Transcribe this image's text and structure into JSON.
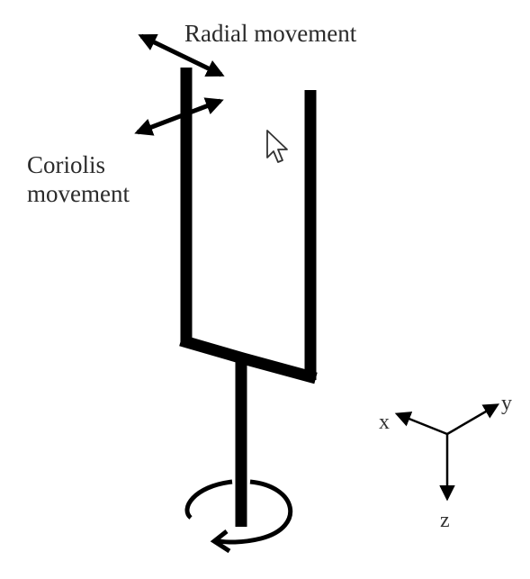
{
  "labels": {
    "radial": "Radial movement",
    "coriolis_line1": "Coriolis",
    "coriolis_line2": "movement"
  },
  "axes": {
    "x": "x",
    "y": "y",
    "z": "z"
  },
  "colors": {
    "ink": "#000000",
    "text": "#2a2a2a",
    "background": "#ffffff"
  },
  "icons": {
    "cursor": "mouse-pointer-icon",
    "rotation": "rotation-arrow-icon"
  }
}
